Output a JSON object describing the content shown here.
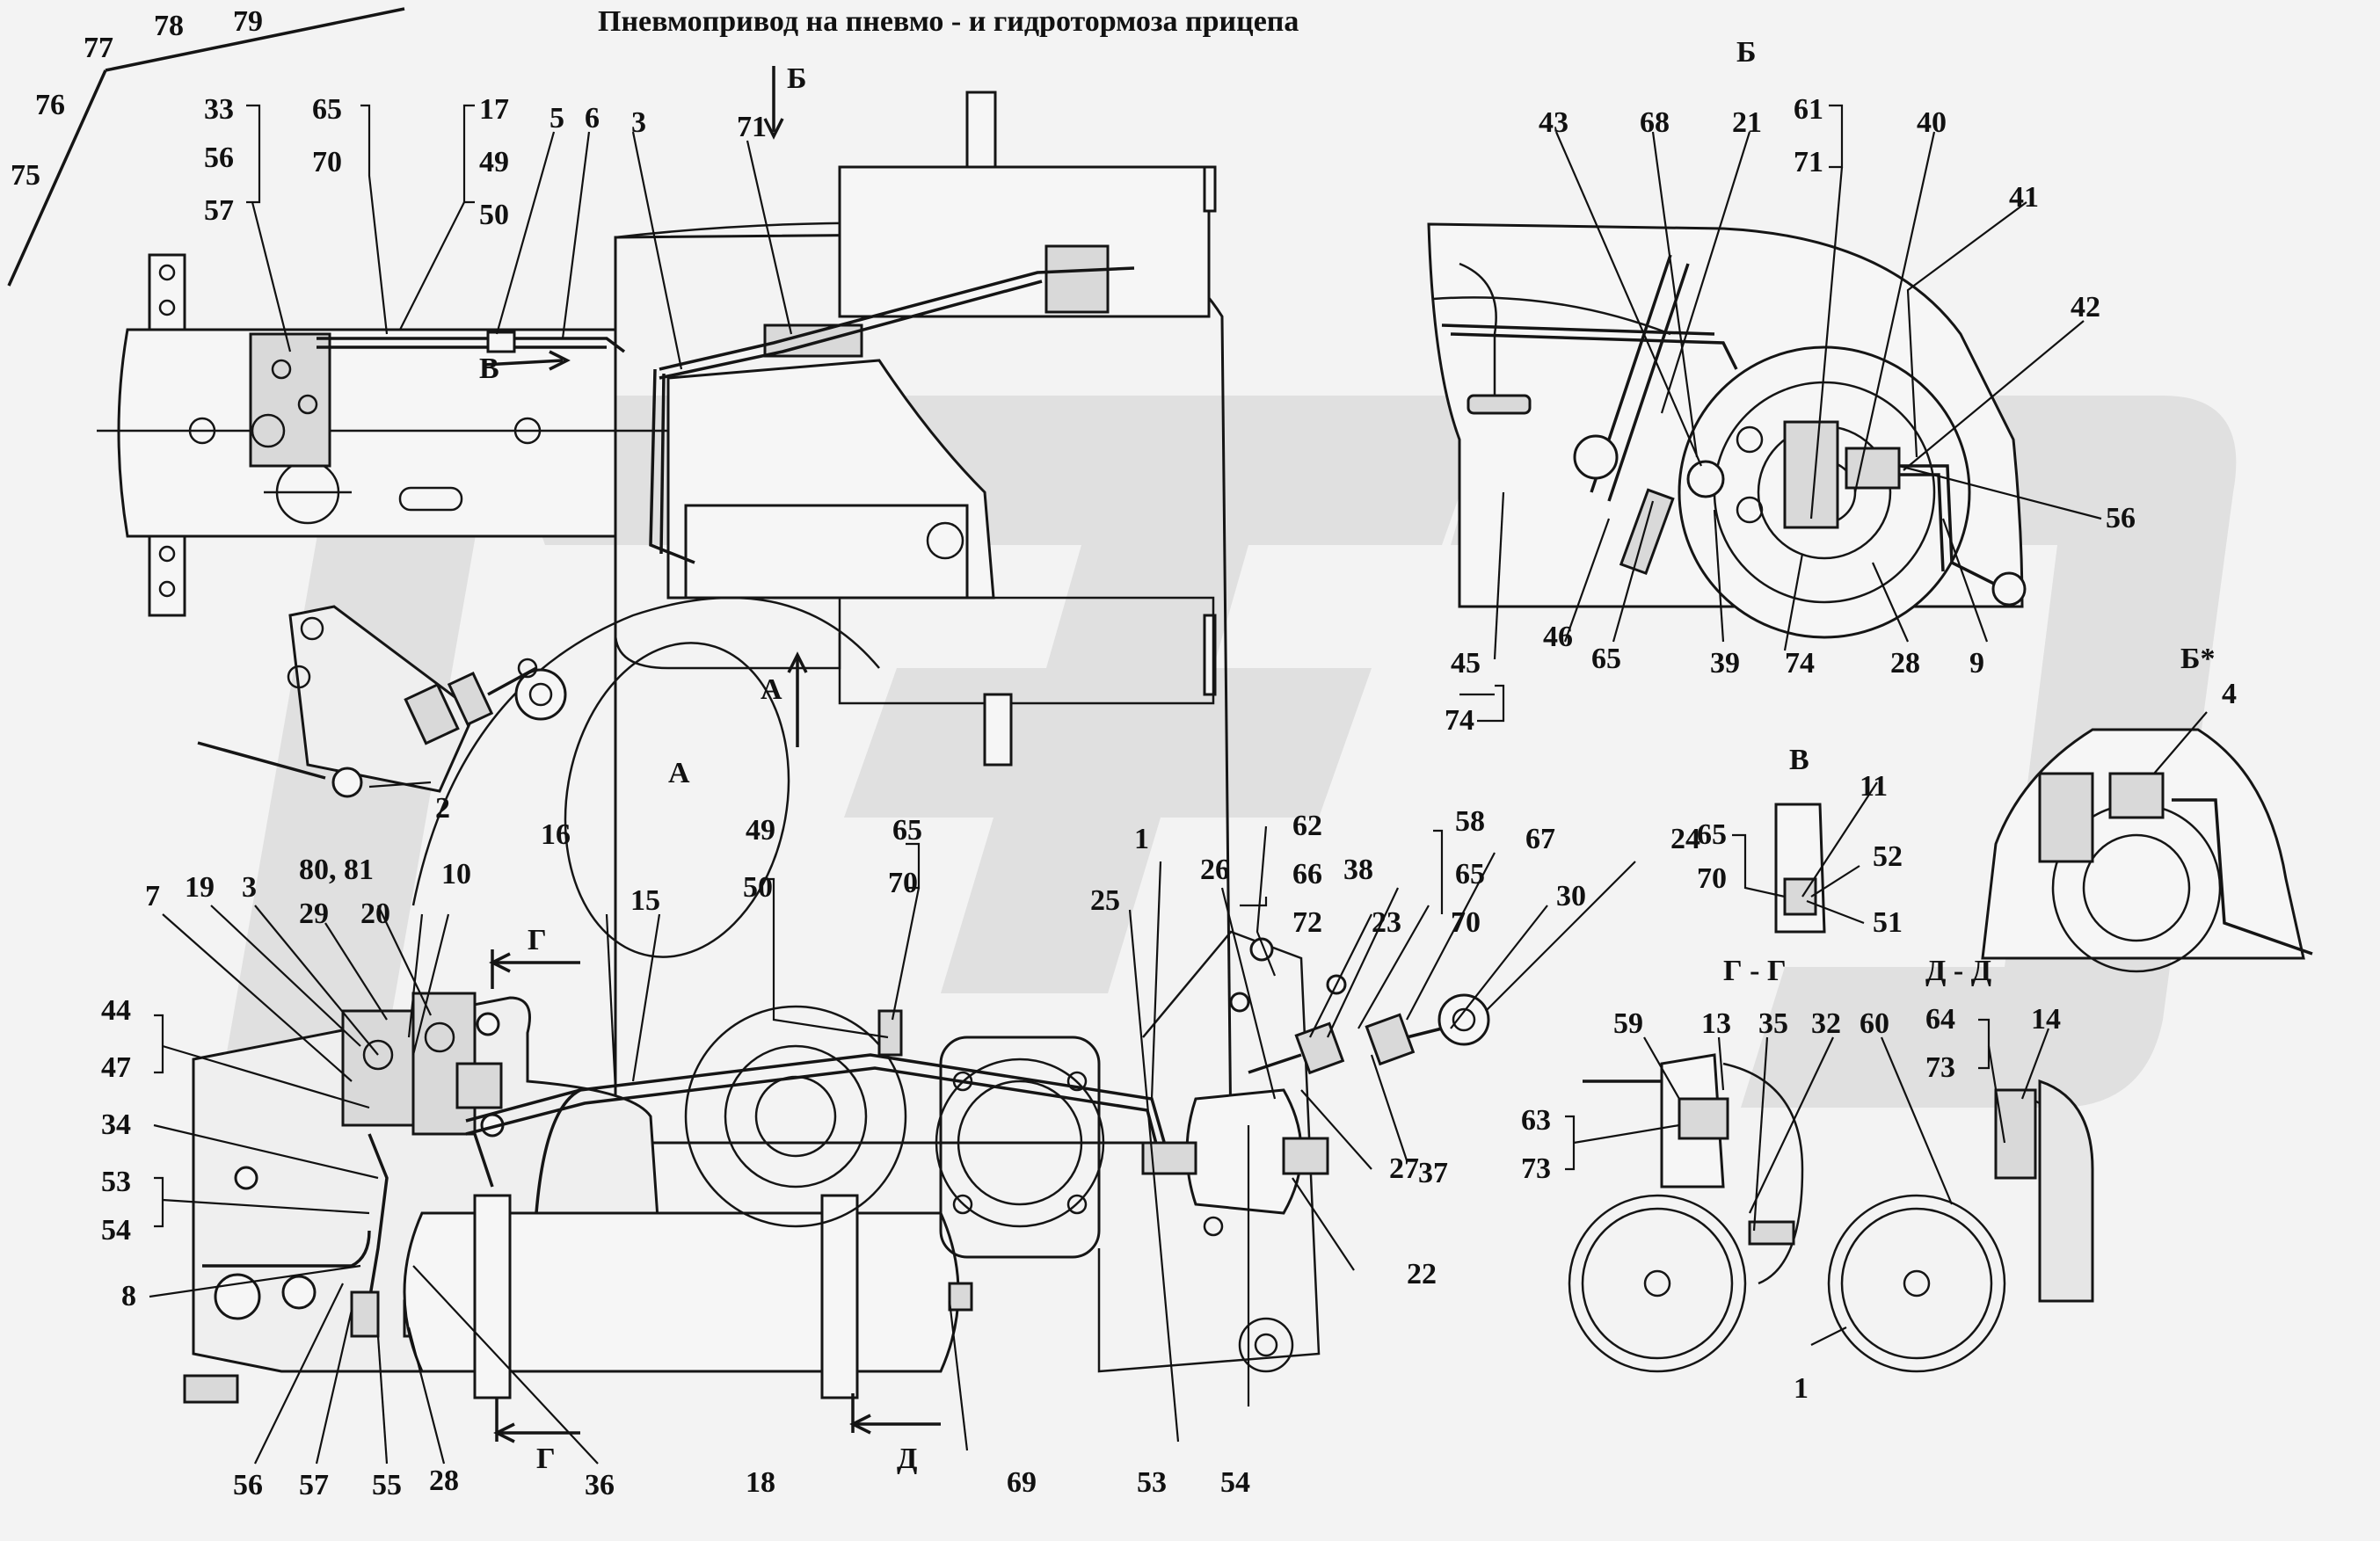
{
  "title": "Пневмопривод на пневмо - и гидротормоза прицепа",
  "section_labels": {
    "B_cyr": "Б",
    "B_arrow": "Б",
    "V_view": "В",
    "V_arrow": "В",
    "A_view": "А",
    "A_arrow": "А",
    "B_star": "Б*",
    "G_arrow_top": "Г",
    "G_arrow_bottom": "Г",
    "D_arrow": "Д",
    "GG": "Г - Г",
    "DD": "Д - Д"
  },
  "callouts": {
    "n1": "1",
    "n2": "2",
    "n3": "3",
    "n4": "4",
    "n5": "5",
    "n6": "6",
    "n7": "7",
    "n8": "8",
    "n9": "9",
    "n10": "10",
    "n11": "11",
    "n13": "13",
    "n14": "14",
    "n15": "15",
    "n16": "16",
    "n17": "17",
    "n18": "18",
    "n19": "19",
    "n20": "20",
    "n21": "21",
    "n22": "22",
    "n23": "23",
    "n24": "24",
    "n25": "25",
    "n26": "26",
    "n27": "27",
    "n28": "28",
    "n29": "29",
    "n30": "30",
    "n32": "32",
    "n33": "33",
    "n34": "34",
    "n35": "35",
    "n36": "36",
    "n37": "37",
    "n38": "38",
    "n39": "39",
    "n40": "40",
    "n41": "41",
    "n42": "42",
    "n43": "43",
    "n44": "44",
    "n45": "45",
    "n46": "46",
    "n47": "47",
    "n49": "49",
    "n50": "50",
    "n51": "51",
    "n52": "52",
    "n53": "53",
    "n54": "54",
    "n55": "55",
    "n56": "56",
    "n57": "57",
    "n58": "58",
    "n59": "59",
    "n60": "60",
    "n61": "61",
    "n62": "62",
    "n63": "63",
    "n64": "64",
    "n65": "65",
    "n66": "66",
    "n67": "67",
    "n68": "68",
    "n69": "69",
    "n70": "70",
    "n71": "71",
    "n72": "72",
    "n73": "73",
    "n74": "74",
    "n75": "75",
    "n76": "76",
    "n77": "77",
    "n78": "78",
    "n79": "79",
    "n80_81": "80, 81"
  }
}
